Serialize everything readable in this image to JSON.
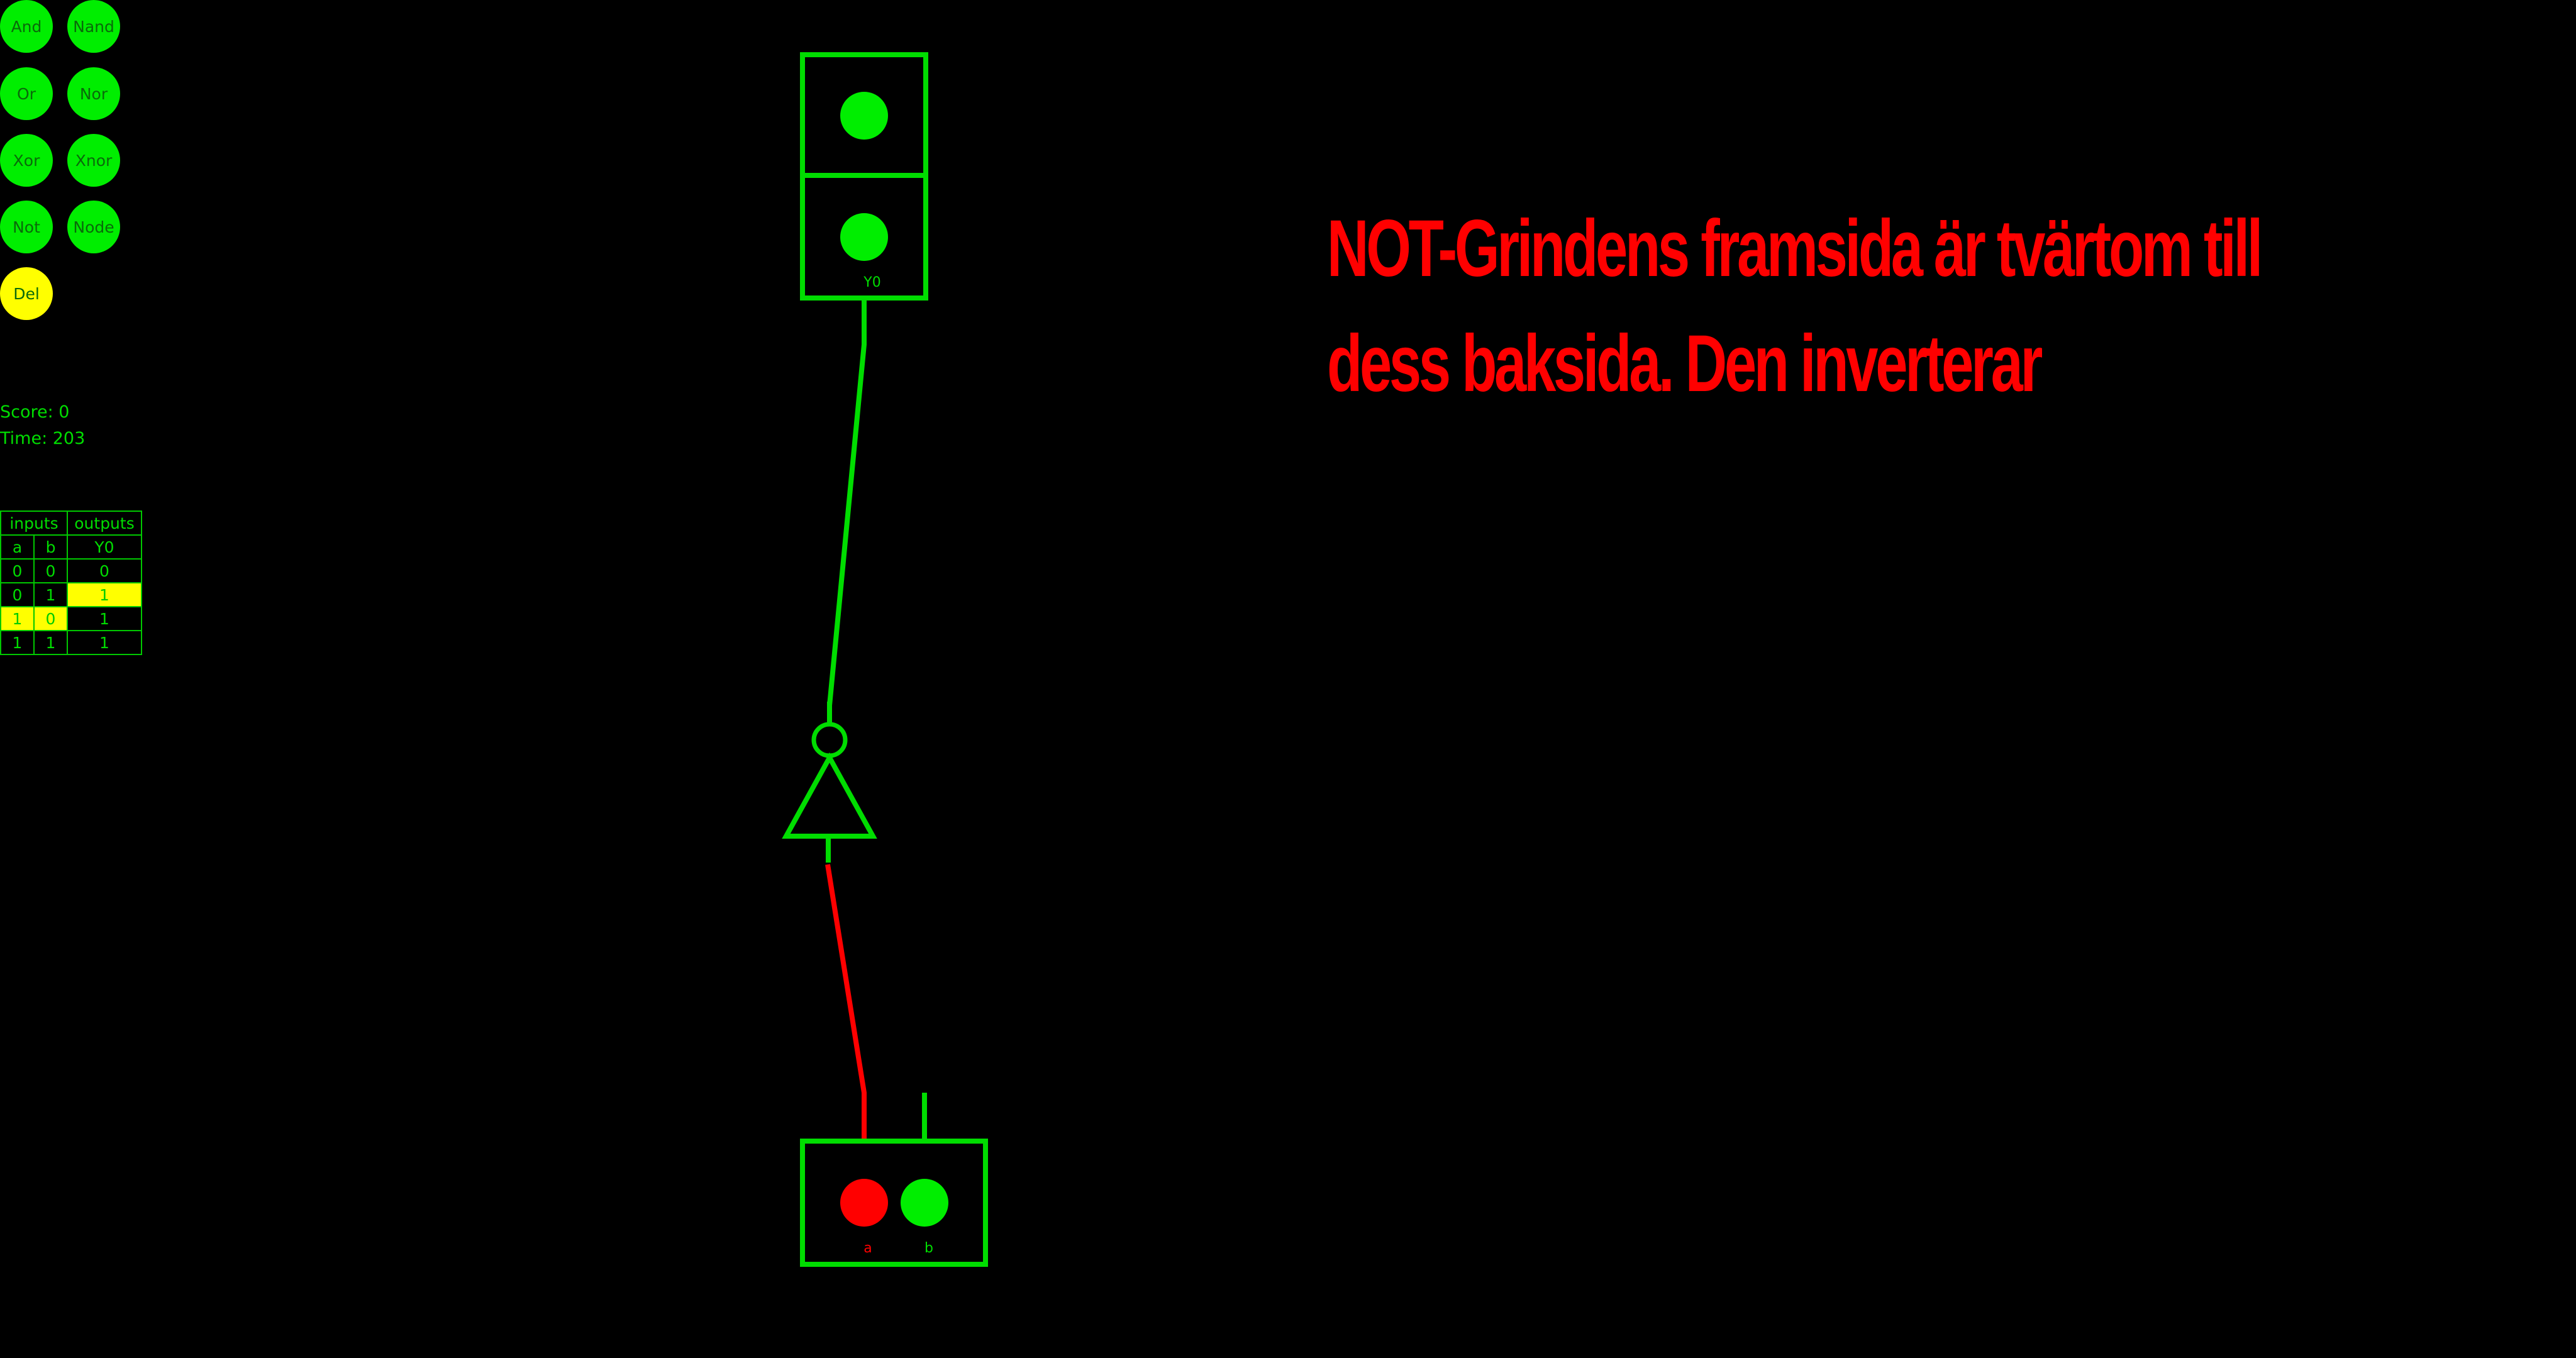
{
  "palette": {
    "background": "#000000",
    "on_green": "#00ee00",
    "wire_green": "#00dd00",
    "off_red": "#ff0000",
    "highlight_yellow": "#ffff00",
    "text_dark_green": "#0a6a0a"
  },
  "gate_menu": [
    {
      "label": "And",
      "icon": "and-gate-button",
      "color": "#00ee00"
    },
    {
      "label": "Nand",
      "icon": "nand-gate-button",
      "color": "#00ee00"
    },
    {
      "label": "Or",
      "icon": "or-gate-button",
      "color": "#00ee00"
    },
    {
      "label": "Nor",
      "icon": "nor-gate-button",
      "color": "#00ee00"
    },
    {
      "label": "Xor",
      "icon": "xor-gate-button",
      "color": "#00ee00"
    },
    {
      "label": "Xnor",
      "icon": "xnor-gate-button",
      "color": "#00ee00"
    },
    {
      "label": "Not",
      "icon": "not-gate-button",
      "color": "#00ee00"
    },
    {
      "label": "Node",
      "icon": "node-button",
      "color": "#00ee00"
    },
    {
      "label": "Del",
      "icon": "delete-button",
      "color": "#ffff00"
    }
  ],
  "hud": {
    "score": "Score: 0",
    "time": "Time: 203"
  },
  "truth_table": {
    "group_headers": [
      "inputs",
      "outputs"
    ],
    "column_headers": [
      "a",
      "b",
      "Y0"
    ],
    "rows": [
      {
        "cells": [
          "0",
          "0",
          "0"
        ],
        "highlight": [
          false,
          false,
          false
        ]
      },
      {
        "cells": [
          "0",
          "1",
          "1"
        ],
        "highlight": [
          false,
          false,
          true
        ]
      },
      {
        "cells": [
          "1",
          "0",
          "1"
        ],
        "highlight": [
          true,
          true,
          false
        ]
      },
      {
        "cells": [
          "1",
          "1",
          "1"
        ],
        "highlight": [
          false,
          false,
          false
        ]
      }
    ]
  },
  "circuit": {
    "output_label": "Y0",
    "input_labels": [
      "a",
      "b"
    ],
    "input_states": [
      "off",
      "on"
    ],
    "gate": "not-gate"
  },
  "message": {
    "line1": "NOT-Grindens framsida är tvärtom till",
    "line2": "dess baksida. Den inverterar"
  }
}
